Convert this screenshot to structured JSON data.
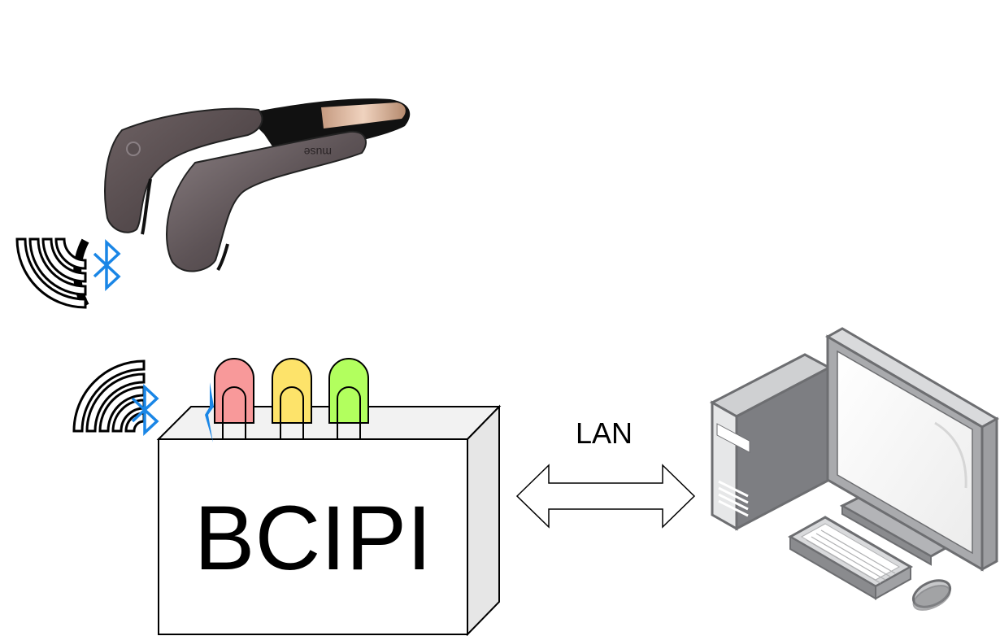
{
  "diagram": {
    "box_label": "BCIPI",
    "link_label": "LAN",
    "headband_brand": "muse",
    "colors": {
      "bluetooth": "#1a86e6",
      "led_red": "#f8999a",
      "led_yellow": "#fde36a",
      "led_green": "#b2ff5e",
      "box_side": "#e6e6e6",
      "box_top": "#f2f2f2"
    },
    "icons": [
      "eeg-headband-icon",
      "wireless-signal-icon",
      "bluetooth-icon",
      "led-icon",
      "desktop-computer-icon"
    ]
  }
}
